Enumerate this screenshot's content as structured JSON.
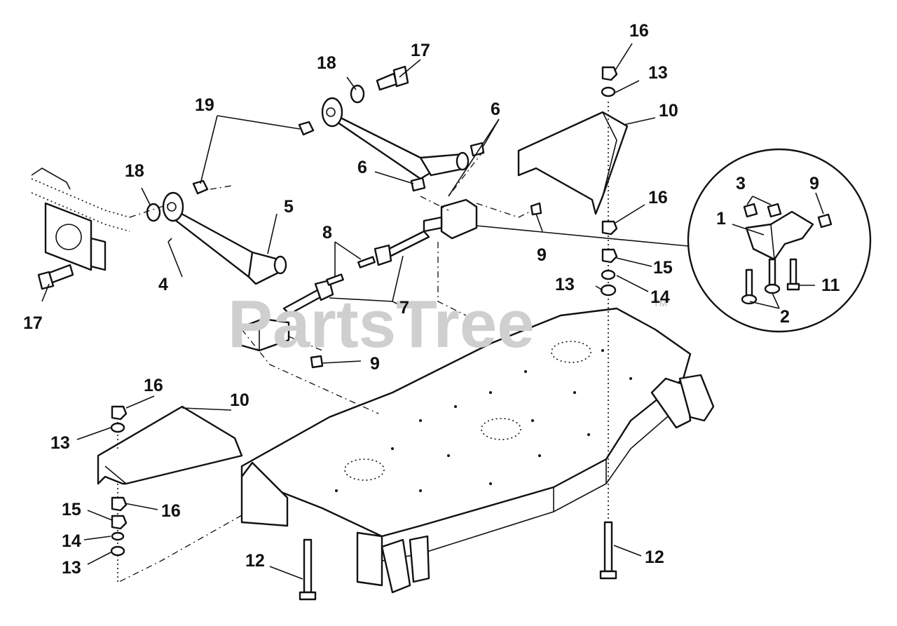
{
  "watermark": {
    "text": "PartsTree",
    "trademark": "TM"
  },
  "callouts": [
    {
      "id": "c16a",
      "text": "16"
    },
    {
      "id": "c17a",
      "text": "17"
    },
    {
      "id": "c18a",
      "text": "18"
    },
    {
      "id": "c13a",
      "text": "13"
    },
    {
      "id": "c10a",
      "text": "10"
    },
    {
      "id": "c19",
      "text": "19"
    },
    {
      "id": "c6a",
      "text": "6"
    },
    {
      "id": "c6b",
      "text": "6"
    },
    {
      "id": "c18b",
      "text": "18"
    },
    {
      "id": "c5",
      "text": "5"
    },
    {
      "id": "c16b",
      "text": "16"
    },
    {
      "id": "c3",
      "text": "3"
    },
    {
      "id": "c9a",
      "text": "9"
    },
    {
      "id": "c1",
      "text": "1"
    },
    {
      "id": "c8",
      "text": "8"
    },
    {
      "id": "c9b",
      "text": "9"
    },
    {
      "id": "c15a",
      "text": "15"
    },
    {
      "id": "c4",
      "text": "4"
    },
    {
      "id": "c13b",
      "text": "13"
    },
    {
      "id": "c14a",
      "text": "14"
    },
    {
      "id": "c11",
      "text": "11"
    },
    {
      "id": "c17b",
      "text": "17"
    },
    {
      "id": "c7",
      "text": "7"
    },
    {
      "id": "c2",
      "text": "2"
    },
    {
      "id": "c9c",
      "text": "9"
    },
    {
      "id": "c16c",
      "text": "16"
    },
    {
      "id": "c10b",
      "text": "10"
    },
    {
      "id": "c13c",
      "text": "13"
    },
    {
      "id": "c15b",
      "text": "15"
    },
    {
      "id": "c16d",
      "text": "16"
    },
    {
      "id": "c14b",
      "text": "14"
    },
    {
      "id": "c13d",
      "text": "13"
    },
    {
      "id": "c12a",
      "text": "12"
    },
    {
      "id": "c12b",
      "text": "12"
    }
  ]
}
